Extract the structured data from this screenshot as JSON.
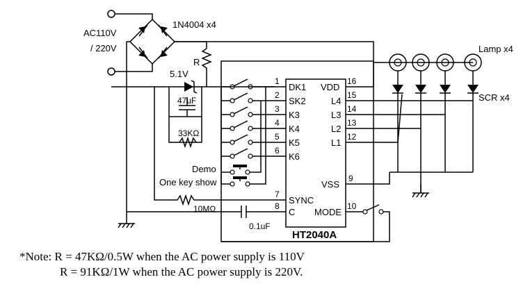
{
  "labels": {
    "diode_bridge": "1N4004 x4",
    "ac_line1": "AC110V",
    "ac_line2": "/ 220V",
    "resistor_r": "R",
    "zener": "5.1V",
    "cap_47": "47uF",
    "res_33k": "33KΩ",
    "lamps": "Lamp x4",
    "scrs": "SCR x4",
    "demo": "Demo",
    "one_key": "One key show",
    "res_10m": "10MΩ",
    "cap_01": "0.1uF",
    "chip_name": "HT2040A"
  },
  "chip_pins_left": [
    {
      "num": "1",
      "name": "DK1"
    },
    {
      "num": "2",
      "name": "SK2"
    },
    {
      "num": "3",
      "name": "K3"
    },
    {
      "num": "4",
      "name": "K4"
    },
    {
      "num": "5",
      "name": "K5"
    },
    {
      "num": "6",
      "name": "K6"
    },
    {
      "num": "7",
      "name": "SYNC"
    },
    {
      "num": "8",
      "name": "C"
    }
  ],
  "chip_pins_right": [
    {
      "num": "16",
      "name": "VDD"
    },
    {
      "num": "15",
      "name": "L4"
    },
    {
      "num": "14",
      "name": "L3"
    },
    {
      "num": "13",
      "name": "L2"
    },
    {
      "num": "12",
      "name": "L1"
    },
    {
      "num": "9",
      "name": "VSS"
    },
    {
      "num": "10",
      "name": "MODE"
    }
  ],
  "note": {
    "line1": "*Note: R = 47KΩ/0.5W when the AC power supply is 110V",
    "line2": "R = 91KΩ/1W when the AC power supply is 220V."
  }
}
